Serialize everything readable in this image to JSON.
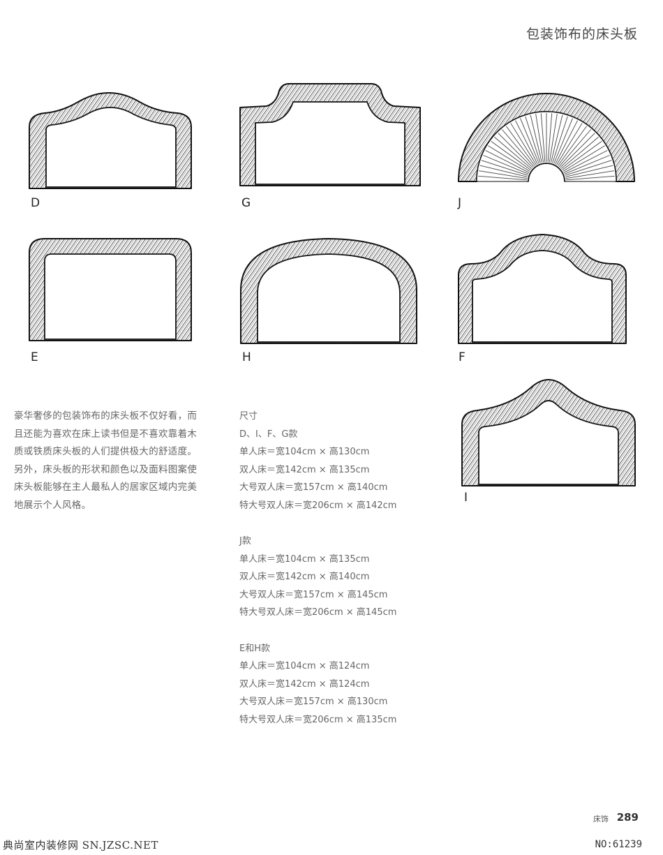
{
  "page": {
    "title": "包装饰布的床头板",
    "footer_section": "床饰",
    "footer_page": "289",
    "watermark_left": "典尚室内装修网 SN.JZSC.NET",
    "watermark_right": "NO:61239"
  },
  "headboards": [
    {
      "id": "D",
      "label": "D"
    },
    {
      "id": "G",
      "label": "G"
    },
    {
      "id": "J",
      "label": "J"
    },
    {
      "id": "E",
      "label": "E"
    },
    {
      "id": "H",
      "label": "H"
    },
    {
      "id": "F",
      "label": "F"
    },
    {
      "id": "I",
      "label": "I"
    }
  ],
  "intro": "豪华奢侈的包装饰布的床头板不仅好看，而且还能为喜欢在床上读书但是不喜欢靠着木质或铁质床头板的人们提供极大的舒适度。另外，床头板的形状和颜色以及面料图案使床头板能够在主人最私人的居家区域内完美地展示个人风格。",
  "specs": {
    "heading": "尺寸",
    "groups": [
      {
        "title": "D、I、F、G款",
        "lines": [
          "单人床＝宽104cm × 高130cm",
          "双人床＝宽142cm × 高135cm",
          "大号双人床＝宽157cm × 高140cm",
          "特大号双人床＝宽206cm × 高142cm"
        ]
      },
      {
        "title": "J款",
        "lines": [
          "单人床＝宽104cm × 高135cm",
          "双人床＝宽142cm × 高140cm",
          "大号双人床＝宽157cm × 高145cm",
          "特大号双人床＝宽206cm × 高145cm"
        ]
      },
      {
        "title": "E和H款",
        "lines": [
          "单人床＝宽104cm × 高124cm",
          "双人床＝宽142cm × 高124cm",
          "大号双人床＝宽157cm × 高130cm",
          "特大号双人床＝宽206cm × 高135cm"
        ]
      }
    ]
  }
}
